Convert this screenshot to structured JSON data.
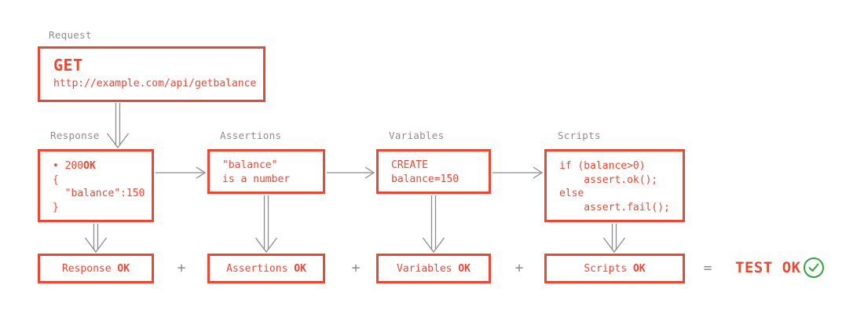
{
  "colors": {
    "red": "#e84934",
    "gray": "#8c8c8c",
    "green": "#2fa63c",
    "background": "#ffffff"
  },
  "request": {
    "label": "Request",
    "method": "GET",
    "url": "http://example.com/api/getbalance"
  },
  "response": {
    "label": "Response",
    "status_prefix": "• 200",
    "status_bold": "OK",
    "body": [
      "{",
      "  \"balance\":150",
      "}"
    ]
  },
  "assertions": {
    "label": "Assertions",
    "lines": [
      "\"balance\"",
      "is a number"
    ]
  },
  "variables": {
    "label": "Variables",
    "lines": [
      "CREATE",
      "balance=150"
    ]
  },
  "scripts": {
    "label": "Scripts",
    "lines": [
      "if (balance>0)",
      "    assert.ok();",
      "else",
      "    assert.fail();"
    ]
  },
  "results": {
    "response": {
      "name": "Response ",
      "status": "OK"
    },
    "assertions": {
      "name": "Assertions ",
      "status": "OK"
    },
    "variables": {
      "name": "Variables ",
      "status": "OK"
    },
    "scripts": {
      "name": "Scripts ",
      "status": "OK"
    }
  },
  "operators": {
    "plus": "+",
    "equals": "="
  },
  "final_result": {
    "text": "TEST OK",
    "icon": "check-circle-icon"
  }
}
